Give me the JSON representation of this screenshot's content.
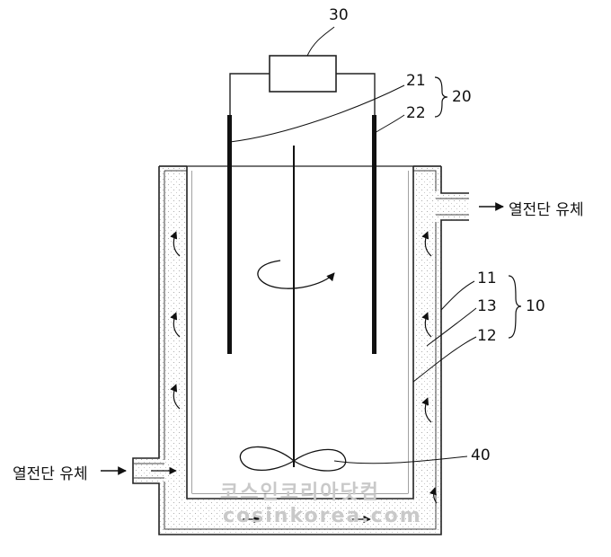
{
  "labels": {
    "power_supply": "30",
    "electrode_group": "20",
    "electrode_1": "21",
    "electrode_2": "22",
    "vessel_group": "10",
    "vessel_outer": "11",
    "vessel_inner": "12",
    "vessel_space": "13",
    "impeller": "40"
  },
  "flow": {
    "inlet_text": "열전단 유체",
    "outlet_text": "열전단 유체"
  },
  "watermark": {
    "line1": "코스인코리아닷컴",
    "line2": "cosinkorea.com"
  }
}
